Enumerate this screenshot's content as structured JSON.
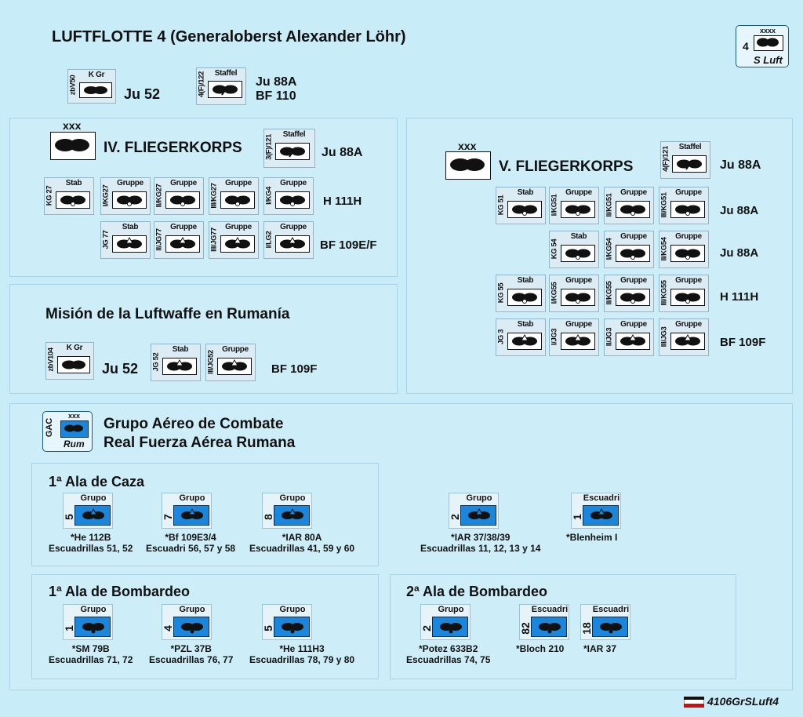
{
  "header": {
    "title": "LUFTFLOTTE 4 (Generaloberst Alexander Löhr)",
    "hq": {
      "top": "xxxx",
      "num": "4",
      "name": "S Luft"
    }
  },
  "top_units": {
    "kgr_side": "zbV50",
    "kgr_head": "K Gr",
    "kgr_type": "Ju 52",
    "staffel_side": "4(F)/122",
    "staffel_head": "Staffel",
    "staffel_types": [
      "Ju 88A",
      "BF 110"
    ]
  },
  "iv": {
    "xxx": "xxx",
    "title": "IV. FLIEGERKORPS",
    "staffel_side": "3(F)/121",
    "staffel_head": "Staffel",
    "staffel_type": "Ju 88A",
    "row1": {
      "sides": [
        "KG 27",
        "I/KG27",
        "II/KG27",
        "III/KG27",
        "I/KG4"
      ],
      "heads": [
        "Stab",
        "Gruppe",
        "Gruppe",
        "Gruppe",
        "Gruppe"
      ],
      "type": "H 111H"
    },
    "row2": {
      "sides": [
        "JG 77",
        "II/JG77",
        "III/JG77",
        "I/LG2"
      ],
      "heads": [
        "Stab",
        "Gruppe",
        "Gruppe",
        "Gruppe"
      ],
      "type": "BF 109E/F"
    }
  },
  "mision": {
    "title": "Misión de la Luftwaffe en Rumanía",
    "kgr_side": "zbV104",
    "kgr_head": "K Gr",
    "kgr_type": "Ju 52",
    "jg_sides": [
      "JG 52",
      "III/JG52"
    ],
    "jg_heads": [
      "Stab",
      "Gruppe"
    ],
    "jg_type": "BF 109F"
  },
  "v": {
    "xxx": "xxx",
    "title": "V. FLIEGERKORPS",
    "staffel_side": "4(F)/121",
    "staffel_head": "Staffel",
    "staffel_type": "Ju 88A",
    "rows": [
      {
        "sides": [
          "KG 51",
          "I/KG51",
          "II/KG51",
          "III/KG51"
        ],
        "heads": [
          "Stab",
          "Gruppe",
          "Gruppe",
          "Gruppe"
        ],
        "type": "Ju 88A"
      },
      {
        "sides": [
          "KG 54",
          "I/KG54",
          "II/KG54"
        ],
        "heads": [
          "Stab",
          "Gruppe",
          "Gruppe"
        ],
        "type": "Ju 88A"
      },
      {
        "sides": [
          "KG 55",
          "I/KG55",
          "II/KG55",
          "III/KG55"
        ],
        "heads": [
          "Stab",
          "Gruppe",
          "Gruppe",
          "Gruppe"
        ],
        "type": "H 111H"
      },
      {
        "sides": [
          "JG 3",
          "I/JG3",
          "II/JG3",
          "III/JG3"
        ],
        "heads": [
          "Stab",
          "Gruppe",
          "Gruppe",
          "Gruppe"
        ],
        "type": "BF 109F"
      }
    ]
  },
  "gac": {
    "side": "GAC",
    "xxx": "xxx",
    "name": "Rum",
    "title1": "Grupo Aéreo de Combate",
    "title2": "Real Fuerza Aérea Rumana"
  },
  "caza": {
    "title": "1ª Ala de Caza",
    "units": [
      {
        "head": "Grupo",
        "num": "5",
        "cap1": "*He 112B",
        "cap2": "Escuadrillas 51, 52"
      },
      {
        "head": "Grupo",
        "num": "7",
        "cap1": "*Bf 109E3/4",
        "cap2": "Escuadri 56, 57 y 58"
      },
      {
        "head": "Grupo",
        "num": "8",
        "cap1": "*IAR 80A",
        "cap2": "Escuadrillas 41, 59 y 60"
      },
      {
        "head": "Grupo",
        "num": "2",
        "cap1": "*IAR 37/38/39",
        "cap2": "Escuadrillas 11, 12, 13 y 14"
      },
      {
        "head": "Escuadri",
        "num": "1",
        "cap1": "*Blenheim I",
        "cap2": ""
      }
    ]
  },
  "bomb1": {
    "title": "1ª Ala de Bombardeo",
    "units": [
      {
        "head": "Grupo",
        "num": "1",
        "cap1": "*SM 79B",
        "cap2": "Escuadrillas 71, 72"
      },
      {
        "head": "Grupo",
        "num": "4",
        "cap1": "*PZL 37B",
        "cap2": "Escuadrillas 76, 77"
      },
      {
        "head": "Grupo",
        "num": "5",
        "cap1": "*He 111H3",
        "cap2": "Escuadrillas 78, 79 y 80"
      }
    ]
  },
  "bomb2": {
    "title": "2ª Ala de Bombardeo",
    "units": [
      {
        "head": "Grupo",
        "num": "2",
        "cap1": "*Potez 633B2",
        "cap2": "Escuadrillas 74, 75"
      },
      {
        "head": "Escuadri",
        "num": "82",
        "cap1": "*Bloch 210",
        "cap2": ""
      },
      {
        "head": "Escuadri",
        "num": "18",
        "cap1": "*IAR 37",
        "cap2": ""
      }
    ]
  },
  "footer": {
    "code": "4106GrSLuft4"
  },
  "colors": {
    "background": "#c8ecf8",
    "romanian_blue": "#1a86dc",
    "flag_red": "#cc1111"
  }
}
